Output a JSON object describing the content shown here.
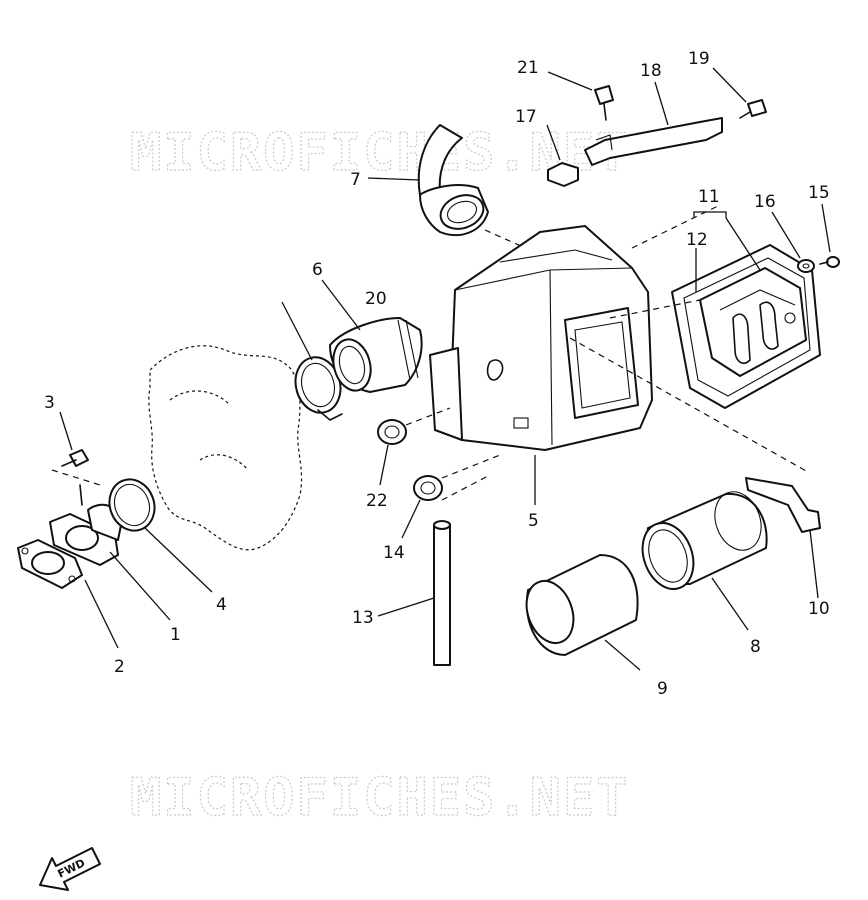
{
  "watermark": {
    "top": "MICROFICHES.NET",
    "bottom": "MICROFICHES.NET"
  },
  "fwd_label": "FWD",
  "callouts": {
    "c1": "1",
    "c2": "2",
    "c3": "3",
    "c4": "4",
    "c5": "5",
    "c6": "6",
    "c7": "7",
    "c8": "8",
    "c9": "9",
    "c10": "10",
    "c11": "11",
    "c12": "12",
    "c13": "13",
    "c14": "14",
    "c15": "15",
    "c16": "16",
    "c17": "17",
    "c18": "18",
    "c19": "19",
    "c20": "20",
    "c21": "21",
    "c22": "22"
  }
}
